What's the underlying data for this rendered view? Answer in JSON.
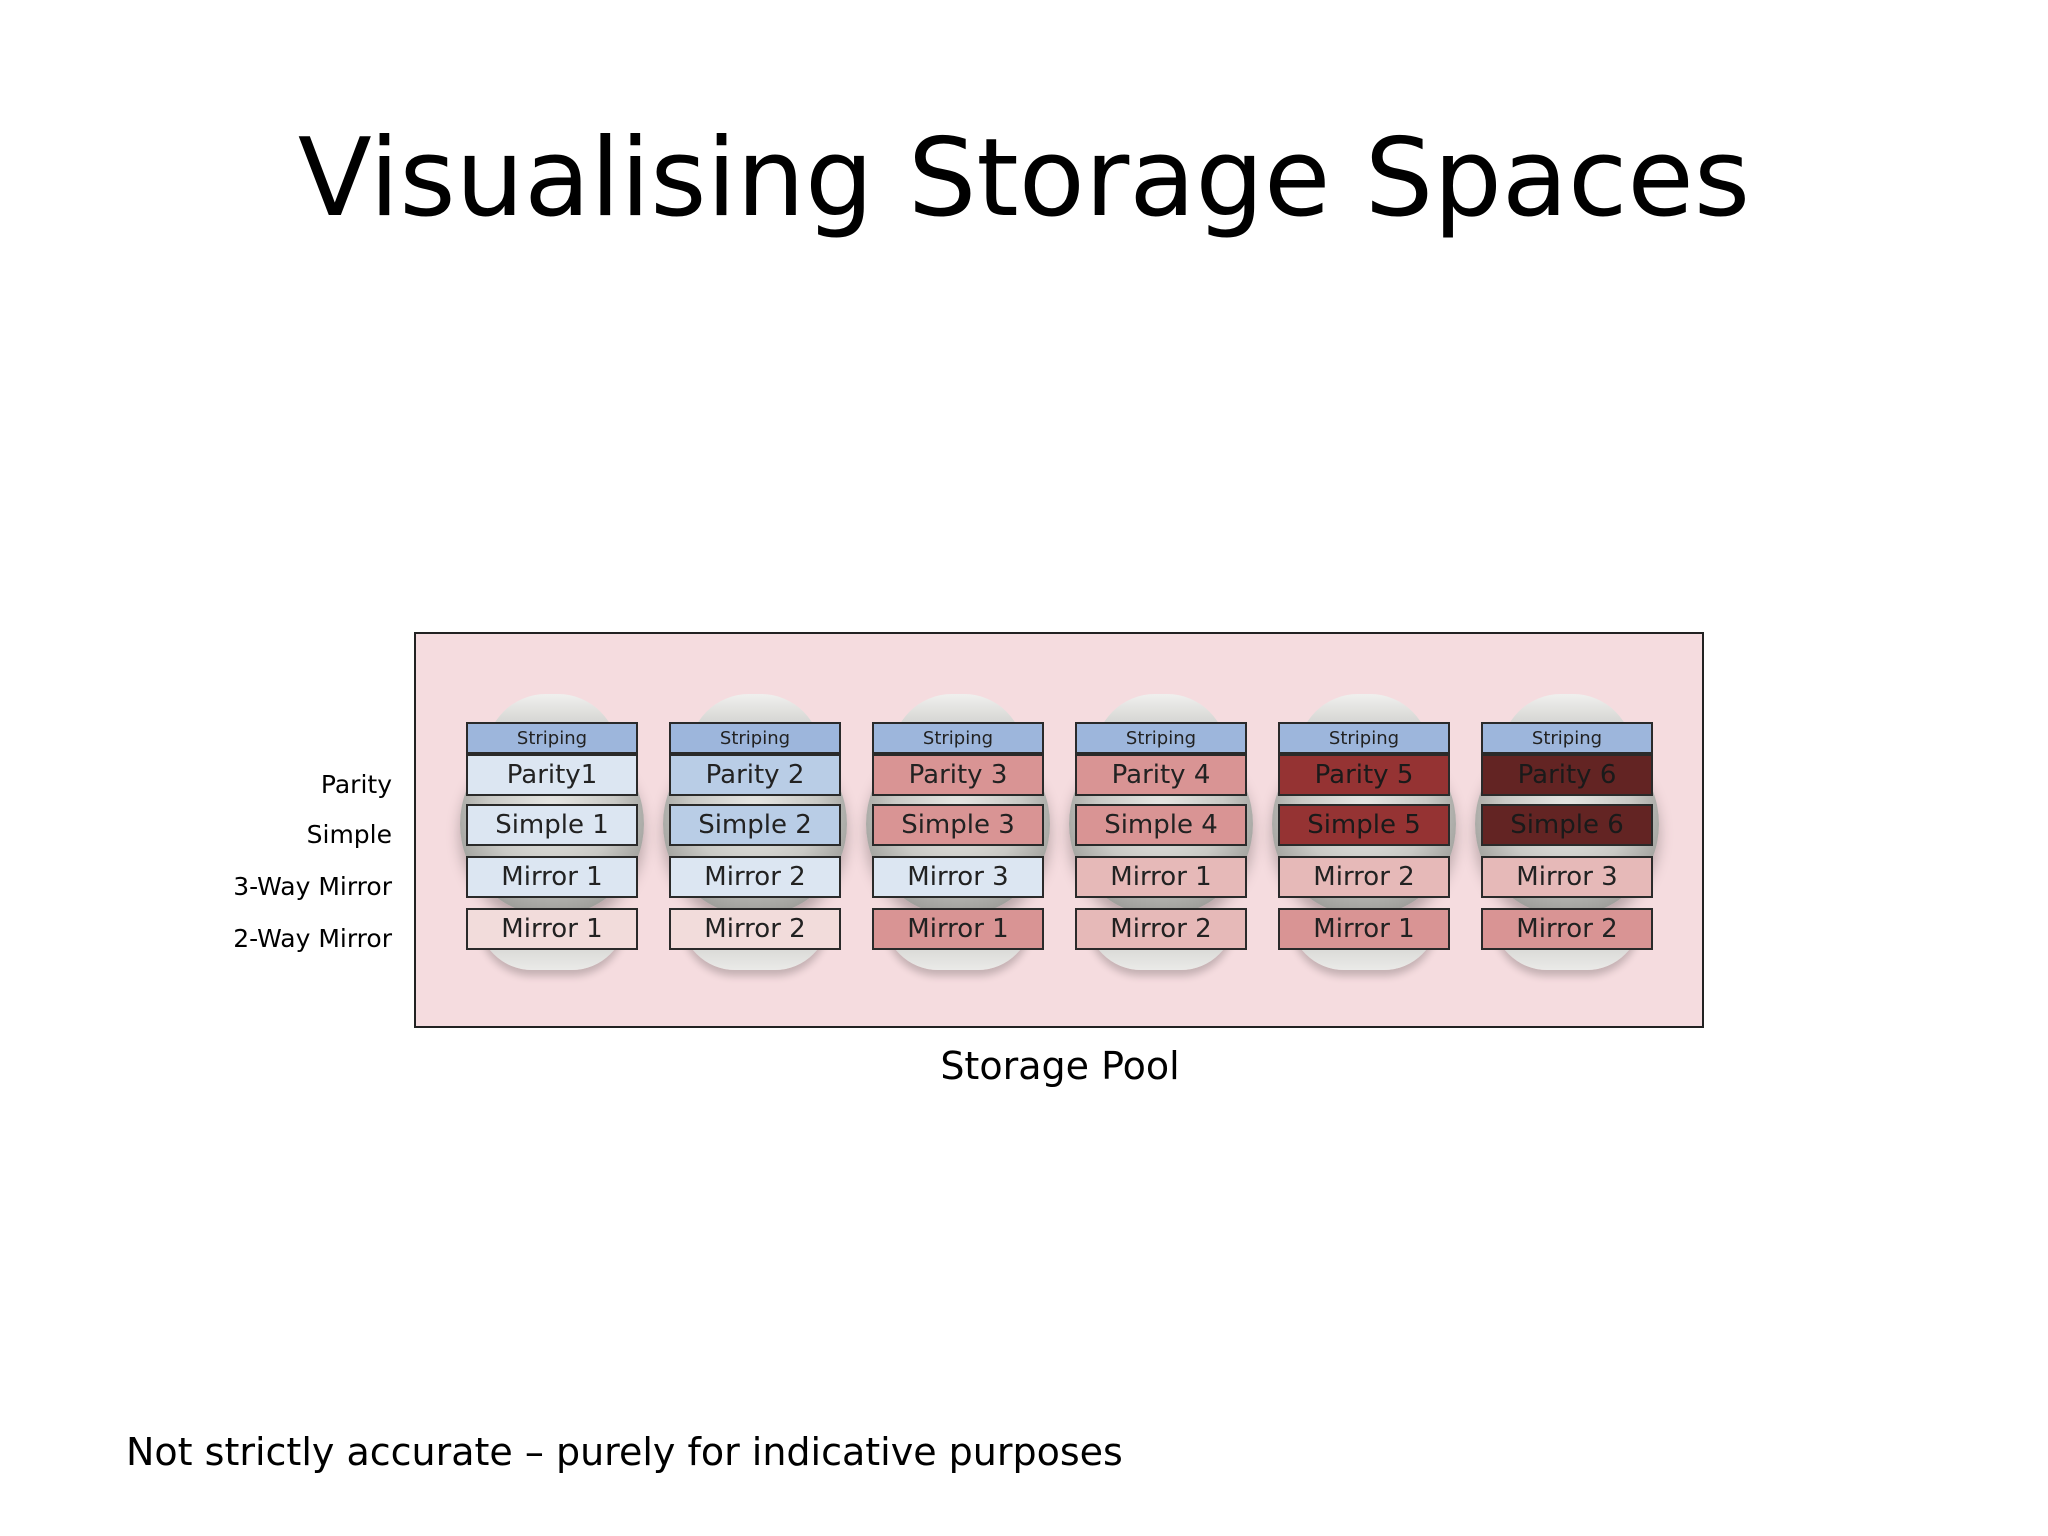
{
  "title": "Visualising Storage Spaces",
  "row_labels": {
    "parity": "Parity",
    "simple": "Simple",
    "mirror3": "3-Way Mirror",
    "mirror2": "2-Way Mirror"
  },
  "disks": [
    {
      "striping": "Striping",
      "parity": "Parity1",
      "simple": "Simple 1",
      "mirror3": "Mirror 1",
      "mirror2": "Mirror 1"
    },
    {
      "striping": "Striping",
      "parity": "Parity 2",
      "simple": "Simple 2",
      "mirror3": "Mirror 2",
      "mirror2": "Mirror 2"
    },
    {
      "striping": "Striping",
      "parity": "Parity 3",
      "simple": "Simple 3",
      "mirror3": "Mirror 3",
      "mirror2": "Mirror 1"
    },
    {
      "striping": "Striping",
      "parity": "Parity 4",
      "simple": "Simple 4",
      "mirror3": "Mirror 1",
      "mirror2": "Mirror 2"
    },
    {
      "striping": "Striping",
      "parity": "Parity 5",
      "simple": "Simple 5",
      "mirror3": "Mirror 2",
      "mirror2": "Mirror 1"
    },
    {
      "striping": "Striping",
      "parity": "Parity 6",
      "simple": "Simple 6",
      "mirror3": "Mirror 3",
      "mirror2": "Mirror 2"
    }
  ],
  "pool_label": "Storage Pool",
  "footnote": "Not strictly accurate – purely for indicative purposes",
  "colors": {
    "pool_background": "#f5dcdf",
    "striping": "#9db6dc",
    "parity": [
      "#dce6f2",
      "#b9cde6",
      "#d99494",
      "#d99494",
      "#953333",
      "#632423"
    ],
    "simple": [
      "#dce6f2",
      "#b9cde6",
      "#d99494",
      "#d99494",
      "#953333",
      "#632423"
    ],
    "mirror3": [
      "#dce6f2",
      "#dce6f2",
      "#dce6f2",
      "#e6b9b8",
      "#e6b9b8",
      "#e6b9b8"
    ],
    "mirror2": [
      "#f2dcdb",
      "#f2dcdb",
      "#d99494",
      "#e6b9b8",
      "#d99494",
      "#d99494"
    ]
  }
}
